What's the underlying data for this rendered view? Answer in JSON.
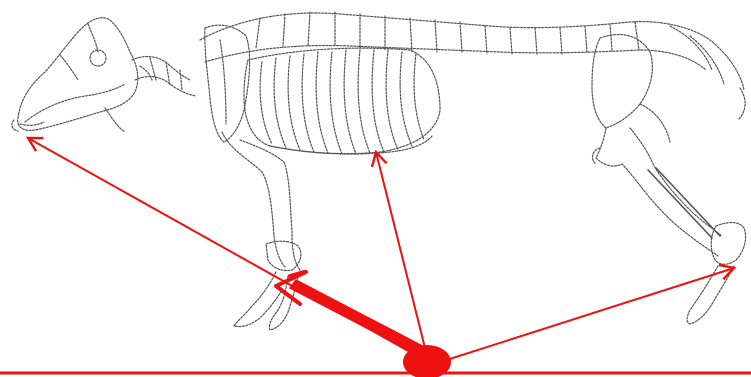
{
  "figure": {
    "subject": "skeleton-outline",
    "colors": {
      "background": "#ffffff",
      "skeleton_stroke": "#555555",
      "annotation": "#ee1111"
    },
    "annotation_arrows": [
      {
        "target": "snout"
      },
      {
        "target": "fore-hoof"
      },
      {
        "target": "ribcage-underside"
      },
      {
        "target": "hind-hoof"
      }
    ],
    "origin_marker": "red-ellipse",
    "ground_line": "red-horizontal-line"
  }
}
